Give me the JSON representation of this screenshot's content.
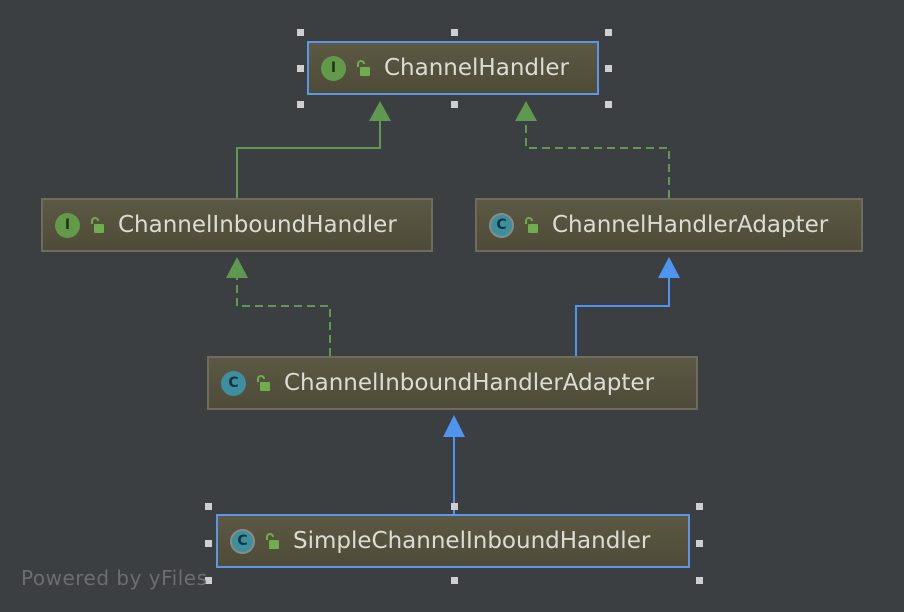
{
  "diagram": {
    "nodes": [
      {
        "id": "n1",
        "label": "ChannelHandler",
        "kind": "interface",
        "kind_letter": "I",
        "selected": true
      },
      {
        "id": "n2",
        "label": "ChannelInboundHandler",
        "kind": "interface",
        "kind_letter": "I",
        "selected": false
      },
      {
        "id": "n3",
        "label": "ChannelHandlerAdapter",
        "kind": "abstract-class",
        "kind_letter": "C",
        "selected": false
      },
      {
        "id": "n4",
        "label": "ChannelInboundHandlerAdapter",
        "kind": "class",
        "kind_letter": "C",
        "selected": false
      },
      {
        "id": "n5",
        "label": "SimpleChannelInboundHandler",
        "kind": "abstract-class",
        "kind_letter": "C",
        "selected": true
      }
    ],
    "edges": [
      {
        "from": "n2",
        "to": "n1",
        "type": "extends-interface",
        "style": "solid",
        "color": "#5f9850"
      },
      {
        "from": "n3",
        "to": "n1",
        "type": "implements",
        "style": "dashed",
        "color": "#5f9850"
      },
      {
        "from": "n4",
        "to": "n2",
        "type": "implements",
        "style": "dashed",
        "color": "#5f9850"
      },
      {
        "from": "n4",
        "to": "n3",
        "type": "extends",
        "style": "solid",
        "color": "#4f94f0"
      },
      {
        "from": "n5",
        "to": "n4",
        "type": "extends",
        "style": "solid",
        "color": "#4f94f0"
      }
    ],
    "watermark": "Powered by yFiles"
  },
  "colors": {
    "background": "#3c3f41",
    "node": "#55523e",
    "selection": "#5b97e6",
    "interface_badge": "#629a49",
    "class_badge": "#3d8e9e"
  }
}
